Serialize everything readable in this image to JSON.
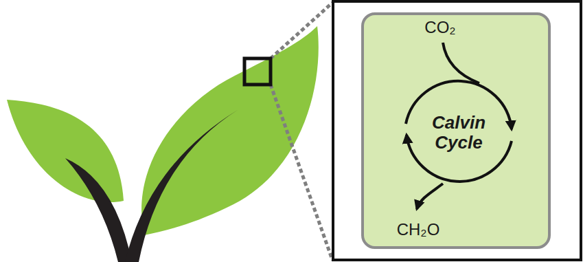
{
  "diagram": {
    "nodes": [
      {
        "text": [
          "Calvin Cycle"
        ]
      }
    ],
    "labels": [
      "CO₂",
      "CH₂O"
    ]
  }
}
